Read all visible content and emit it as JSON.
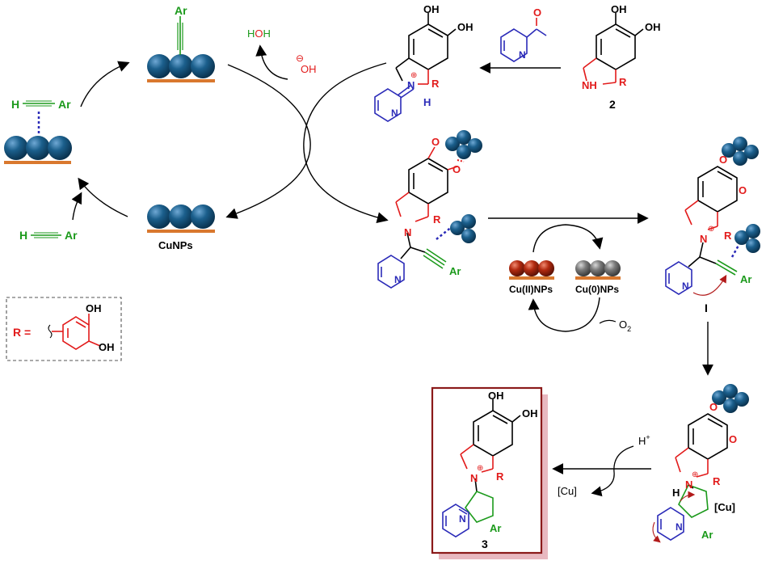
{
  "colors": {
    "sphere": "#1b5f8c",
    "sphere_dark": "#0d3d5e",
    "cu2": "#b22a10",
    "cu0": "#707070",
    "support": "#d9782e",
    "red": "#e21b1b",
    "blue": "#2b2bb8",
    "green": "#1c9a1c",
    "dark_red_box": "#8b1a1a",
    "box_shadow": "#e8b8c0"
  },
  "labels": {
    "ar_top": "Ar",
    "h_alkyne_top": "H",
    "ar_alkyne_top": "Ar",
    "h_alkyne_bottom": "H",
    "ar_alkyne_bottom": "Ar",
    "cunps": "CuNPs",
    "water_h1": "H",
    "water_o": "O",
    "water_h2": "H",
    "hydroxide": "OH",
    "hydroxide_charge": "⊖",
    "oh_a": "OH",
    "oh_b": "OH",
    "iminium_n": "N",
    "iminium_plus": "⊕",
    "iminium_r": "R",
    "iminium_h": "H",
    "compound2_oh_a": "OH",
    "compound2_oh_b": "OH",
    "compound2_nh": "NH",
    "compound2_r": "R",
    "compound2_label": "2",
    "aldehyde_o": "O",
    "pyridine_n1": "N",
    "pyridine_n2": "N",
    "prop_o1": "O",
    "prop_o2": "O",
    "prop_n": "N",
    "prop_r": "R",
    "prop_ar": "Ar",
    "prop_pyr_n": "N",
    "cu2nps": "Cu(II)NPs",
    "cu0nps": "Cu(0)NPs",
    "o2": "O",
    "o2_sub": "2",
    "int_o1": "O",
    "int_o2": "O",
    "int_n": "N",
    "int_plus": "⊕",
    "int_r": "R",
    "int_ar": "Ar",
    "int_pyr_n": "N",
    "int_label": "I",
    "cyc_o1": "O",
    "cyc_o2": "O",
    "cyc_n": "N",
    "cyc_plus": "⊕",
    "cyc_r": "R",
    "cyc_h": "H",
    "cyc_cu": "[Cu]",
    "cyc_n2": "N",
    "cyc_ar": "Ar",
    "hplus": "H",
    "hplus_sup": "+",
    "cu_leave": "[Cu]",
    "prod_oh_a": "OH",
    "prod_oh_b": "OH",
    "prod_n": "N",
    "prod_plus": "⊕",
    "prod_r": "R",
    "prod_n2": "N",
    "prod_ar": "Ar",
    "prod_label": "3",
    "r_def": "R =",
    "r_oh_a": "OH",
    "r_oh_b": "OH"
  }
}
